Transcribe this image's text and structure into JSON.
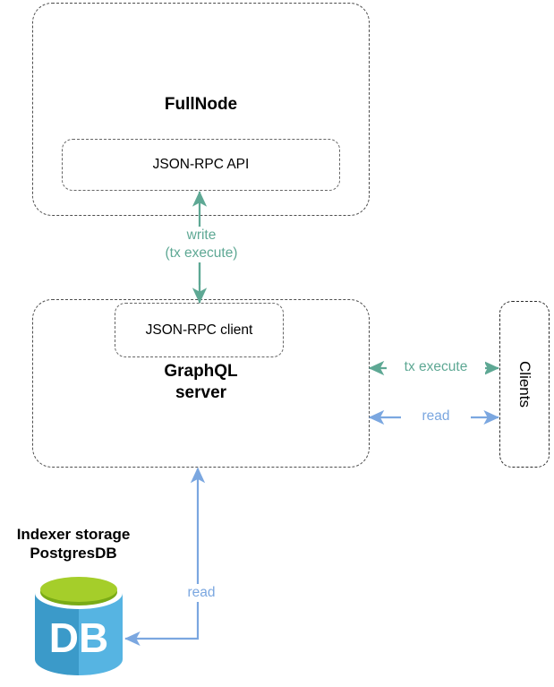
{
  "diagram": {
    "title_hidden": "",
    "colors": {
      "teal": "#5ea894",
      "blue": "#7ba7e0",
      "db_blue_dark": "#3b9ac9",
      "db_blue_light": "#5ab5e0",
      "db_green": "#a5ce2a",
      "db_green_dark": "#79ab16",
      "box_border": "#4d4d4d",
      "text": "#000000"
    },
    "nodes": {
      "fullnode": {
        "label": "FullNode",
        "inner": {
          "label": "JSON-RPC API"
        }
      },
      "graphql": {
        "label": "GraphQL\nserver",
        "inner": {
          "label": "JSON-RPC client"
        }
      },
      "clients": {
        "label": "Clients"
      },
      "storage": {
        "caption": "Indexer storage\nPostgresDB",
        "icon_label": "DB",
        "icon_name": "database-cylinder-icon"
      }
    },
    "edges": [
      {
        "id": "write",
        "label": "write\n(tx execute)",
        "from": "graphql",
        "to": "fullnode",
        "color": "#5ea894",
        "direction": "bidirectional",
        "orientation": "vertical"
      },
      {
        "id": "tx-execute",
        "label": "tx execute",
        "from": "graphql",
        "to": "clients",
        "color": "#5ea894",
        "direction": "bidirectional",
        "orientation": "horizontal"
      },
      {
        "id": "read-clients",
        "label": "read",
        "from": "graphql",
        "to": "clients",
        "color": "#7ba7e0",
        "direction": "bidirectional",
        "orientation": "horizontal"
      },
      {
        "id": "read-db",
        "label": "read",
        "from": "graphql",
        "to": "storage",
        "color": "#7ba7e0",
        "direction": "bidirectional",
        "orientation": "elbow"
      }
    ]
  }
}
